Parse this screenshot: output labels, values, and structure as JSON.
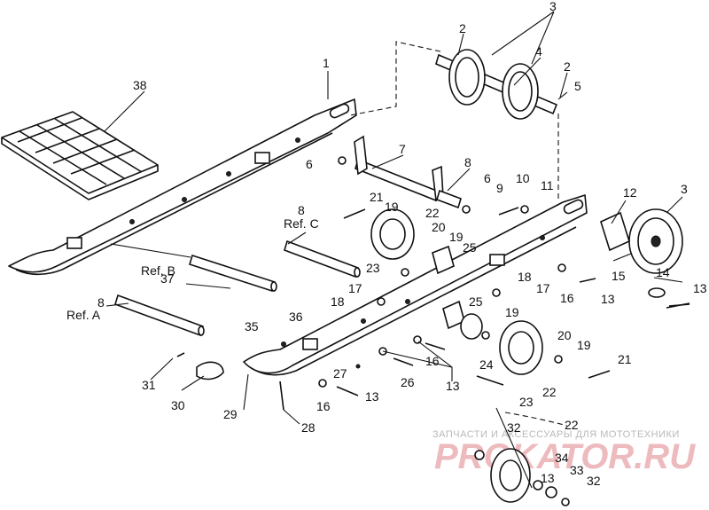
{
  "diagram": {
    "callouts": {
      "c1": "1",
      "c2a": "2",
      "c2b": "2",
      "c3a": "3",
      "c3b": "3",
      "c4": "4",
      "c5": "5",
      "c6a": "6",
      "c6b": "6",
      "c7": "7",
      "c8a": "8",
      "c8b": "8",
      "c8c": "8",
      "c9": "9",
      "c10": "10",
      "c11": "11",
      "c12": "12",
      "c13a": "13",
      "c13b": "13",
      "c13c": "13",
      "c13d": "13",
      "c13e": "13",
      "c14": "14",
      "c15": "15",
      "c16a": "16",
      "c16b": "16",
      "c16c": "16",
      "c17a": "17",
      "c17b": "17",
      "c18a": "18",
      "c18b": "18",
      "c19a": "19",
      "c19b": "19",
      "c19c": "19",
      "c19d": "19",
      "c20a": "20",
      "c20b": "20",
      "c21a": "21",
      "c21b": "21",
      "c22a": "22",
      "c22b": "22",
      "c22c": "22",
      "c23a": "23",
      "c23b": "23",
      "c24": "24",
      "c25a": "25",
      "c25b": "25",
      "c26": "26",
      "c27": "27",
      "c28": "28",
      "c29": "29",
      "c30": "30",
      "c31": "31",
      "c32a": "32",
      "c32b": "32",
      "c33": "33",
      "c34": "34",
      "c35": "35",
      "c36": "36",
      "c37": "37",
      "c38": "38",
      "refA": "Ref. A",
      "refB": "Ref. B",
      "refC": "Ref. C"
    },
    "watermark": {
      "line1": "ЗАПЧАСТИ И АКСЕССУАРЫ ДЛЯ МОТОТЕХНИКИ",
      "line2": "PROKATOR.RU"
    }
  }
}
